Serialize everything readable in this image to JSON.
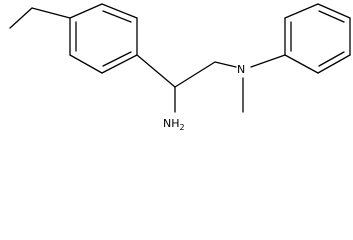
{
  "molecule": {
    "atoms": {
      "amine_label": "NH",
      "amine_subscript": "2",
      "nitrogen_label": "N"
    }
  }
}
